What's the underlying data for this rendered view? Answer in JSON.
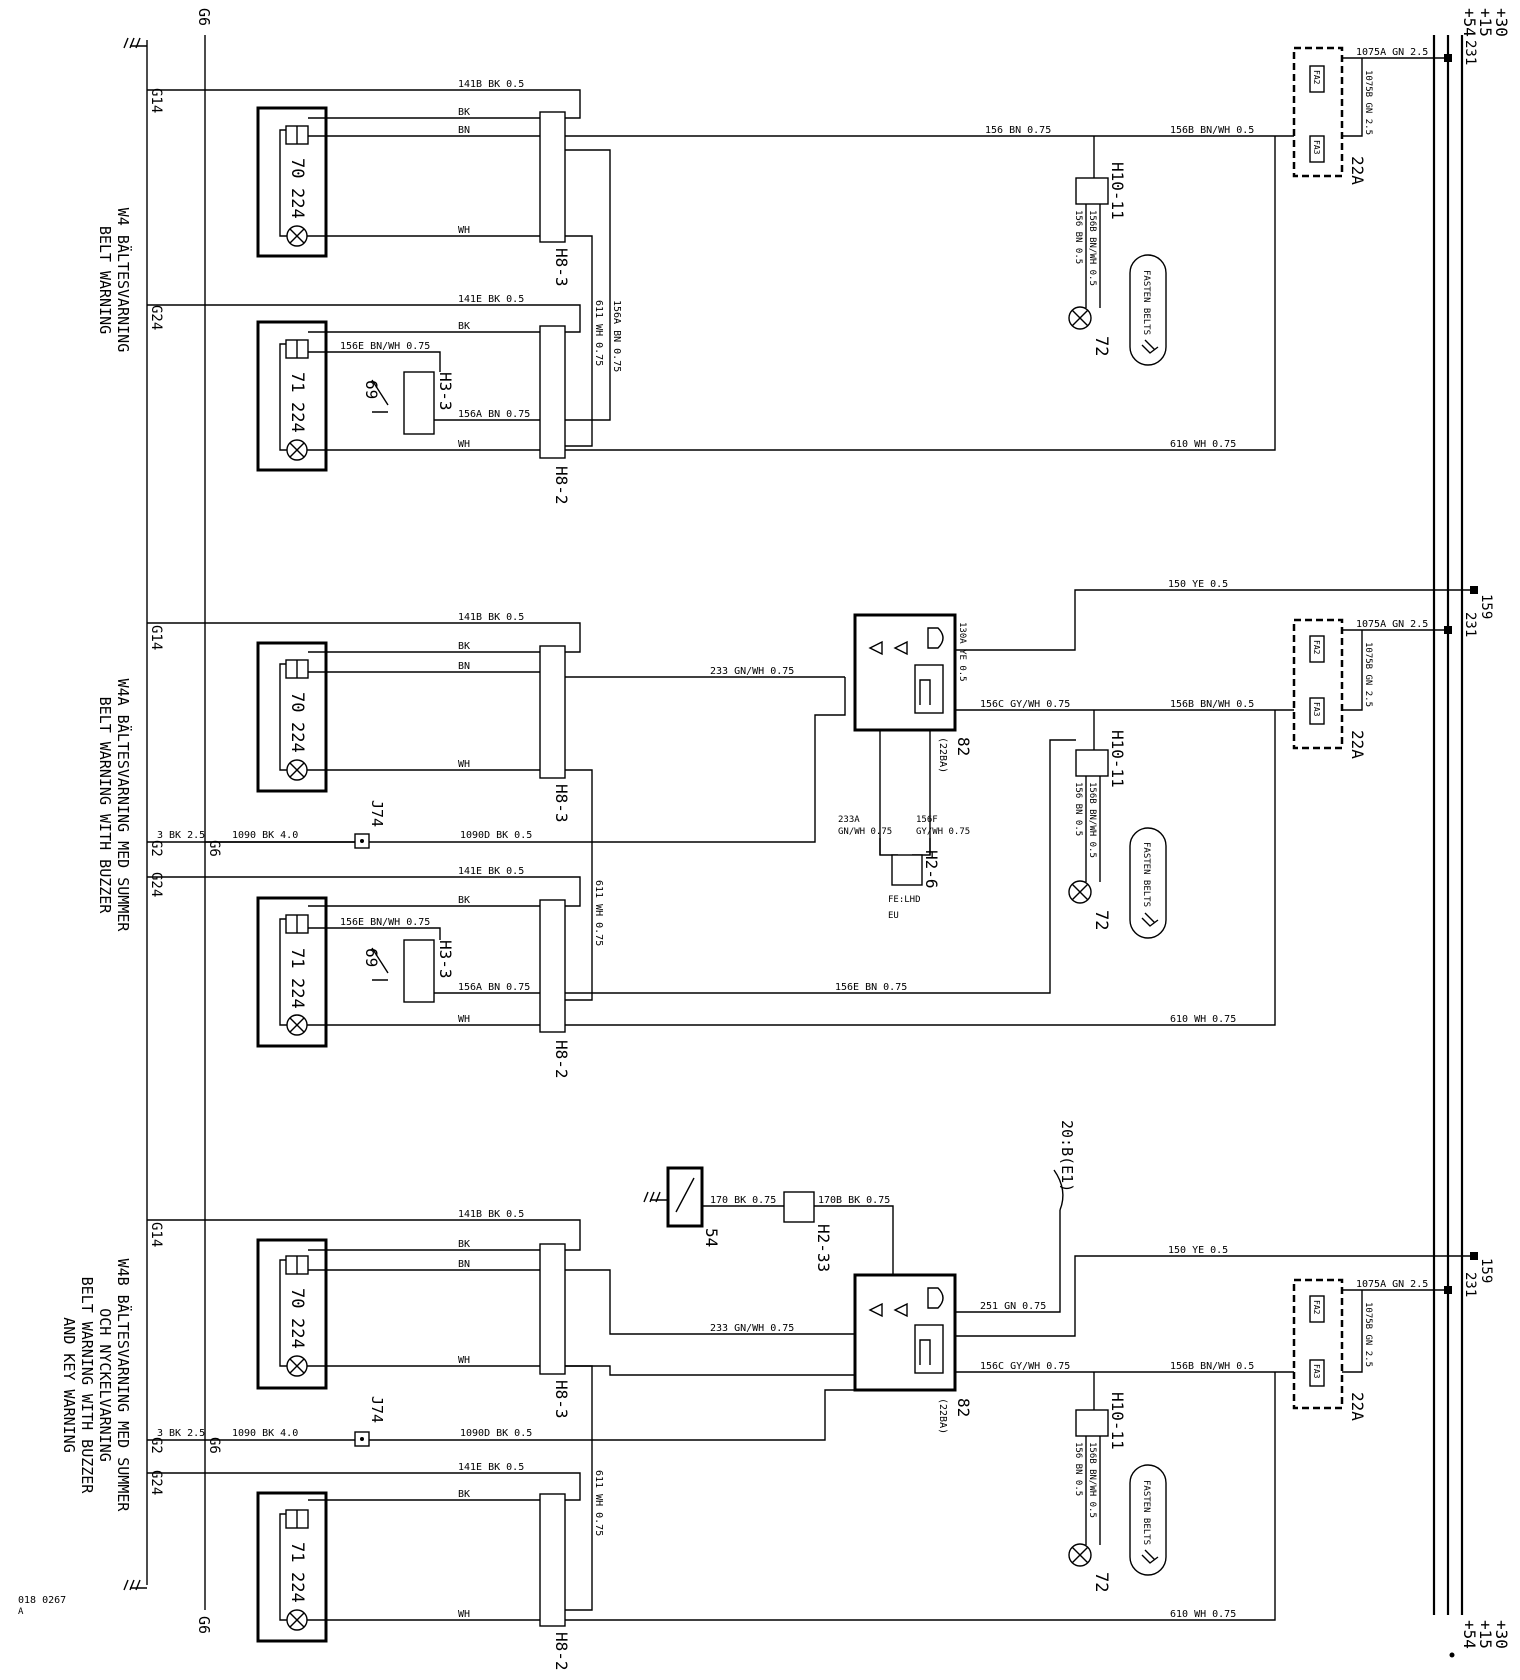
{
  "diagram_code": "018 0267",
  "diagram_code_sub": "A",
  "busbars": {
    "b30": "+30",
    "b15": "+15",
    "b54": "+54"
  },
  "ground": {
    "g6": "G6"
  },
  "sections": [
    {
      "title_sv": "W4 BÄLTESVARNING",
      "title_en": "BELT WARNING",
      "grounds": {
        "g14": "G14",
        "g24": "G24"
      },
      "upper_lamp": {
        "c70": "70",
        "c224": "224"
      },
      "lower_lamp": {
        "c71": "71",
        "c224": "224"
      },
      "conn_upper": "H8-3",
      "conn_lower": "H8-2",
      "buckle_switch": "69",
      "buckle_conn": "H3-3",
      "diode_conn": "H10-11",
      "lamp": "72",
      "fuse_box": "22A",
      "fuse_a": "FA2",
      "fuse_b": "FA3",
      "feed": "231",
      "wires": {
        "w141b": "141B BK 0.5",
        "w141e": "141E BK 0.5",
        "bk": "BK",
        "bn": "BN",
        "wh": "WH",
        "w156": "156 BN 0.75",
        "w156b": "156B BN/WH 0.5",
        "w156e": "156E BN/WH 0.75",
        "w156a": "156A BN 0.75",
        "w156a_v": "156A BN 0.75",
        "w611": "611 WH 0.75",
        "w610": "610 WH 0.75",
        "w1075a": "1075A GN 2.5",
        "w1075b": "1075B GN 2.5",
        "w156b_h": "156B BN/WH 0.5",
        "w156_h": "156 BN 0.5"
      },
      "label": "FASTEN BELTS"
    },
    {
      "title_sv": "W4A BÄLTESVARNING MED SUMMER",
      "title_en": "BELT WARNING WITH BUZZER",
      "grounds": {
        "g14": "G14",
        "g24": "G24",
        "g2": "G2",
        "g6": "G6"
      },
      "upper_lamp": {
        "c70": "70",
        "c224": "224"
      },
      "lower_lamp": {
        "c71": "71",
        "c224": "224"
      },
      "conn_upper": "H8-3",
      "conn_lower": "H8-2",
      "buckle_switch": "69",
      "buckle_conn": "H3-3",
      "diode_conn": "H10-11",
      "lamp": "72",
      "fuse_box": "22A",
      "fuse_a": "FA2",
      "fuse_b": "FA3",
      "feed": "231",
      "feed2": "159",
      "module": "82",
      "module_sub": "(22BA)",
      "splice": "J74",
      "conn_h26": "H2-6",
      "h26_note_1": "FE:LHD",
      "h26_note_2": "EU",
      "wires": {
        "w141b": "141B BK 0.5",
        "w141e": "141E BK 0.5",
        "bk": "BK",
        "bn": "BN",
        "wh": "WH",
        "w233": "233 GN/WH 0.75",
        "w150": "150 YE 0.5",
        "w130a": "130A YE 0.5",
        "w156c": "156C GY/WH 0.75",
        "w156b": "156B BN/WH 0.5",
        "w3bk": "3 BK 2.5",
        "w1090": "1090 BK 4.0",
        "w1090d": "1090D BK 0.5",
        "w233a": "233A",
        "w233a_2": "GN/WH 0.75",
        "w156f": "156F",
        "w156f_2": "GY/WH 0.75",
        "w156e": "156E BN/WH 0.75",
        "w156a": "156A BN 0.75",
        "w156e_h": "156E BN 0.75",
        "w611": "611 WH 0.75",
        "w610": "610 WH 0.75",
        "w1075a": "1075A GN 2.5",
        "w1075b": "1075B GN 2.5",
        "w156b_h": "156B BN/WH 0.5",
        "w156_h": "156 BN 0.5"
      },
      "label": "FASTEN BELTS"
    },
    {
      "title_sv": "W4B BÄLTESVARNING MED SUMMER",
      "title_sv2": "OCH NYCKELVARNING",
      "title_en": "BELT WARNING WITH BUZZER",
      "title_en2": "AND KEY WARNING",
      "grounds": {
        "g14": "G14",
        "g24": "G24",
        "g2": "G2",
        "g6": "G6"
      },
      "upper_lamp": {
        "c70": "70",
        "c224": "224"
      },
      "lower_lamp": {
        "c71": "71",
        "c224": "224"
      },
      "conn_upper": "H8-3",
      "conn_lower": "H8-2",
      "diode_conn": "H10-11",
      "lamp": "72",
      "fuse_box": "22A",
      "fuse_a": "FA2",
      "fuse_b": "FA3",
      "feed": "231",
      "feed2": "159",
      "module": "82",
      "module_sub": "(22BA)",
      "splice": "J74",
      "key_switch": "54",
      "conn_h233": "H2-33",
      "ref": "20:B(E1)",
      "wires": {
        "w141b": "141B BK 0.5",
        "w141e": "141E BK 0.5",
        "bk": "BK",
        "bn": "BN",
        "wh": "WH",
        "w170": "170 BK 0.75",
        "w170b": "170B BK 0.75",
        "w233": "233 GN/WH 0.75",
        "w150": "150 YE 0.5",
        "w251": "251 GN 0.75",
        "w156c": "156C GY/WH 0.75",
        "w156b": "156B BN/WH 0.5",
        "w3bk": "3 BK 2.5",
        "w1090": "1090 BK 4.0",
        "w1090d": "1090D BK 0.5",
        "w611": "611 WH 0.75",
        "w610": "610 WH 0.75",
        "w1075a": "1075A GN 2.5",
        "w1075b": "1075B GN 2.5",
        "w156b_h": "156B BN/WH 0.5",
        "w156_h": "156 BN 0.5"
      },
      "label": "FASTEN BELTS"
    }
  ]
}
